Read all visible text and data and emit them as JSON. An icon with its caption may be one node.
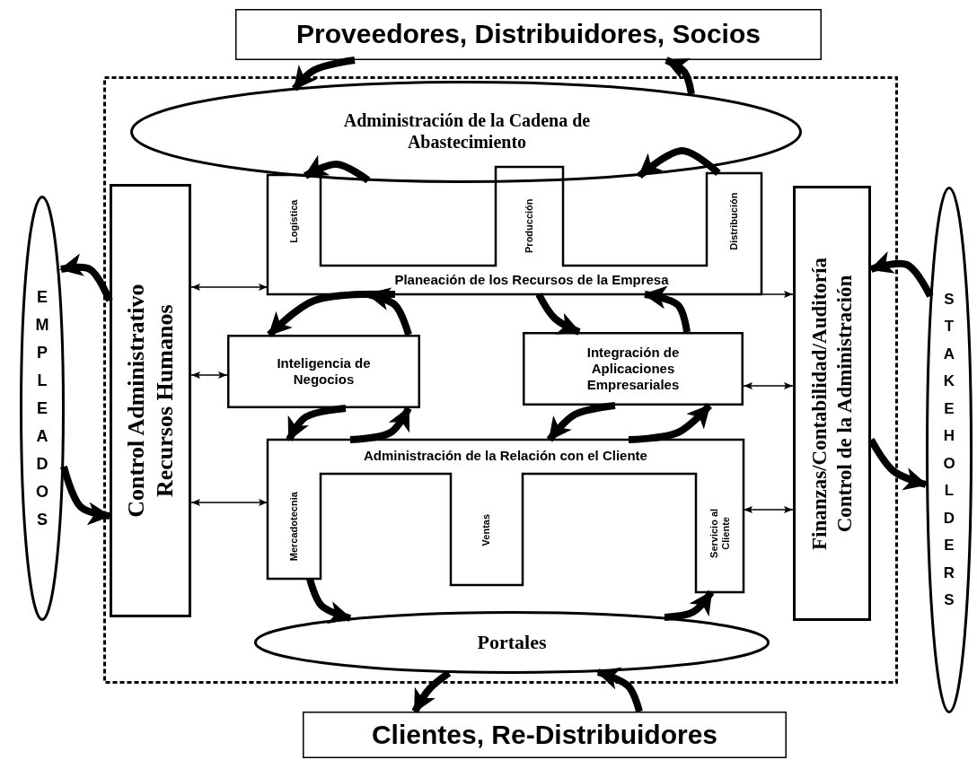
{
  "diagram": {
    "nodes": [
      {
        "text": [
          "Proveedores, Distribuidores, Socios"
        ]
      },
      {
        "text": [],
        "shape": "box"
      },
      {
        "text": [
          "Administración de la Cadena de Abastecimiento"
        ],
        "in": 1
      },
      {
        "text": [
          "Planeación de los Recursos de la Empresa",
          "Logística",
          "Producción",
          "Distribución"
        ],
        "in": 1
      },
      {
        "text": [
          "Control Administrativo Recursos Humanos"
        ],
        "in": 1
      },
      {
        "text": [
          "Finanzas/Contabilidad/Auditoría Control de la Administración"
        ],
        "in": 1
      },
      {
        "text": [
          "Inteligencia de Negocios"
        ],
        "in": 1
      },
      {
        "text": [
          "Integración de Aplicaciones Empresariales"
        ],
        "in": 1
      },
      {
        "text": [
          "Administración de la Relación con el Cliente",
          "Mercadotecnia",
          "Ventas",
          "Servicio al Cliente"
        ],
        "in": 1
      },
      {
        "text": [
          "Portales"
        ],
        "in": 1
      },
      {
        "text": [
          "EMPLEADOS"
        ]
      },
      {
        "text": [
          "STAKEHOLDERS"
        ]
      },
      {
        "text": [
          "Clientes, Re-Distribuidores"
        ]
      }
    ],
    "edges": [
      {
        "from": 0,
        "to": 2,
        "arrow": "to"
      },
      {
        "from": 2,
        "to": 0,
        "arrow": "to"
      },
      {
        "from": 2,
        "to": 3,
        "arrow": "to"
      },
      {
        "from": 3,
        "to": 2,
        "arrow": "to"
      },
      {
        "from": 3,
        "to": 6,
        "arrow": "to"
      },
      {
        "from": 6,
        "to": 3,
        "arrow": "to"
      },
      {
        "from": 3,
        "to": 7,
        "arrow": "to"
      },
      {
        "from": 7,
        "to": 3,
        "arrow": "to"
      },
      {
        "from": 6,
        "to": 8,
        "arrow": "to"
      },
      {
        "from": 8,
        "to": 6,
        "arrow": "to"
      },
      {
        "from": 7,
        "to": 8,
        "arrow": "to"
      },
      {
        "from": 8,
        "to": 7,
        "arrow": "to"
      },
      {
        "from": 8,
        "to": 9,
        "arrow": "to"
      },
      {
        "from": 9,
        "to": 8,
        "arrow": "to"
      },
      {
        "from": 9,
        "to": 12,
        "arrow": "to"
      },
      {
        "from": 12,
        "to": 9,
        "arrow": "to"
      },
      {
        "from": 4,
        "to": 10,
        "arrow": "to"
      },
      {
        "from": 10,
        "to": 4,
        "arrow": "to"
      },
      {
        "from": 11,
        "to": 5,
        "arrow": "to"
      },
      {
        "from": 5,
        "to": 11,
        "arrow": "to"
      },
      {
        "from": 4,
        "to": 3,
        "arrow": "both"
      },
      {
        "from": 4,
        "to": 6,
        "arrow": "both"
      },
      {
        "from": 4,
        "to": 8,
        "arrow": "both"
      },
      {
        "from": 3,
        "to": 5,
        "arrow": "to"
      },
      {
        "from": 7,
        "to": 5,
        "arrow": "both"
      },
      {
        "from": 8,
        "to": 5,
        "arrow": "both"
      }
    ]
  }
}
